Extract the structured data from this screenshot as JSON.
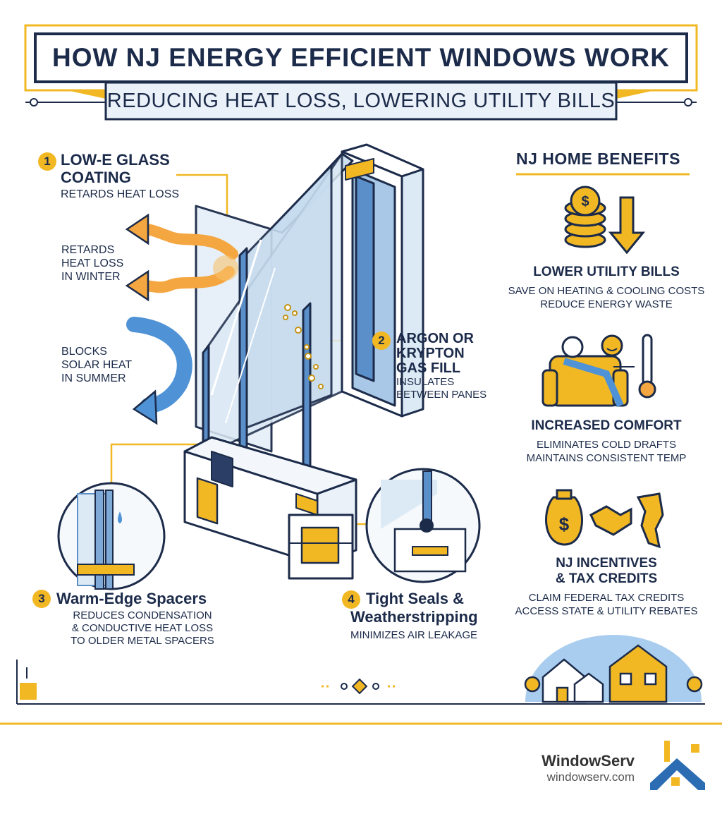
{
  "title": "HOW NJ ENERGY EFFICIENT WINDOWS WORK",
  "subtitle": "REDUCING HEAT LOSS, LOWERING UTILITY BILLS",
  "features": [
    {
      "number": "1",
      "title_line1": "LOW-E GLASS",
      "title_line2": "COATING",
      "desc": "RETARDS HEAT LOSS"
    },
    {
      "number": "2",
      "title_line1": "ARGON OR",
      "title_line2": "KRYPTON",
      "title_line3": "GAS FILL",
      "desc_line1": "INSULATES",
      "desc_line2": "BETWEEN PANES"
    },
    {
      "number": "3",
      "title": "Warm-Edge Spacers",
      "desc_line1": "REDUCES CONDENSATION",
      "desc_line2": "& CONDUCTIVE HEAT LOSS",
      "desc_line3": "TO OLDER METAL SPACERS"
    },
    {
      "number": "4",
      "title_line1": "Tight Seals &",
      "title_line2": "Weatherstripping",
      "desc": "MINIMIZES AIR LEAKAGE"
    }
  ],
  "arrows": {
    "winter_line1": "RETARDS",
    "winter_line2": "HEAT LOSS",
    "winter_line3": "IN WINTER",
    "summer_line1": "BLOCKS",
    "summer_line2": "SOLAR HEAT",
    "summer_line3": "IN SUMMER"
  },
  "benefits": {
    "heading": "NJ HOME BENEFITS",
    "items": [
      {
        "icon": "coins-down-icon",
        "title": "LOWER UTILITY BILLS",
        "line1": "SAVE ON HEATING & COOLING COSTS",
        "line2": "REDUCE ENERGY WASTE"
      },
      {
        "icon": "comfort-chair-icon",
        "title": "INCREASED COMFORT",
        "line1": "ELIMINATES COLD DRAFTS",
        "line2": "MAINTAINS CONSISTENT TEMP"
      },
      {
        "icon": "money-bag-handshake-nj-icon",
        "title_line1": "NJ INCENTIVES",
        "title_line2": "& TAX CREDITS",
        "line1": "CLAIM FEDERAL TAX CREDITS",
        "line2": "ACCESS STATE & UTILITY REBATES"
      }
    ]
  },
  "brand": {
    "name": "WindowServ",
    "url": "windowserv.com"
  },
  "colors": {
    "navy": "#1c2b4a",
    "gold": "#f2b824",
    "glass": "#dceaf5",
    "frame": "#5b8fc9",
    "arrow_orange": "#f4a640",
    "arrow_blue": "#4f93d6"
  }
}
